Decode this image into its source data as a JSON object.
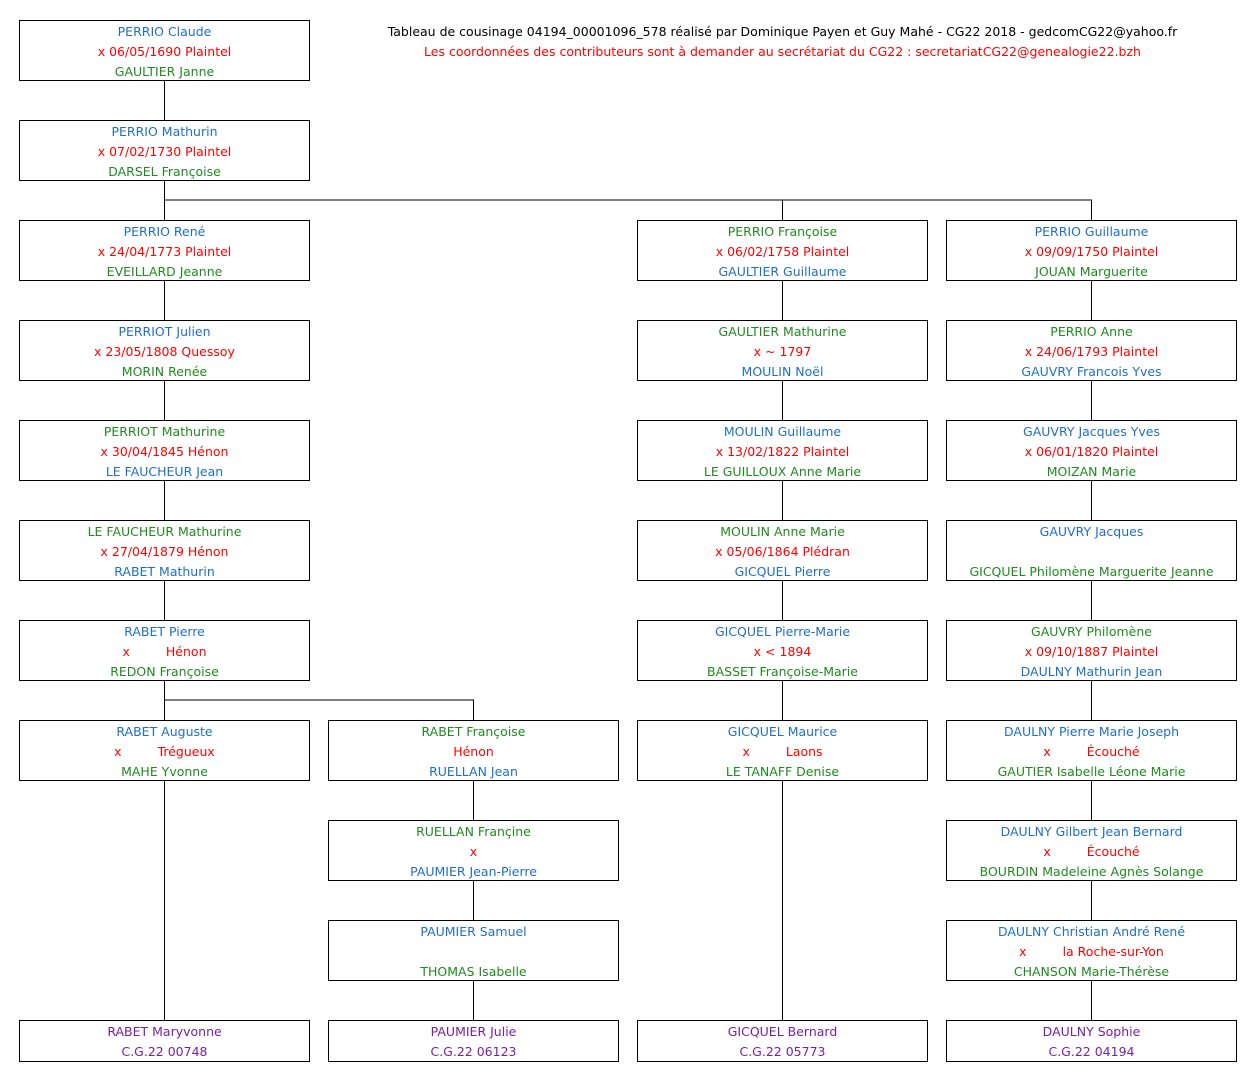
{
  "header": {
    "title": "Tableau de cousinage 04194_00001096_578 réalisé par Dominique Payen et Guy Mahé - CG22 2018 - gedcomCG22@yahoo.fr",
    "subtitle": "Les coordonnées des contributeurs sont à demander au secrétariat du CG22 :  secretariatCG22@genealogie22.bzh"
  },
  "colors": {
    "man": "#1f6fc6",
    "woman": "#1f8a1f",
    "marriage": "#ff0000",
    "cousin": "#7b1fa2"
  },
  "boxes": {
    "perrio_claude": {
      "line1": "PERRIO Claude",
      "line2": "x 06/05/1690 Plaintel",
      "line3": "GAULTIER Janne"
    },
    "perrio_mathurin": {
      "line1": "PERRIO Mathurin",
      "line2": "x 07/02/1730 Plaintel",
      "line3": "DARSEL Françoise"
    },
    "col1": [
      {
        "line1": "PERRIO René",
        "line2": "x 24/04/1773 Plaintel",
        "line3": "EVEILLARD Jeanne"
      },
      {
        "line1": "PERRIOT Julien",
        "line2": "x 23/05/1808 Quessoy",
        "line3": "MORIN Renée"
      },
      {
        "line1": "PERRIOT Mathurine",
        "line2": "x 30/04/1845 Hénon",
        "line3": "LE FAUCHEUR Jean"
      },
      {
        "line1": "LE FAUCHEUR Mathurine",
        "line2": "x 27/04/1879 Hénon",
        "line3": "RABET Mathurin"
      },
      {
        "line1": "RABET Pierre",
        "line2x": "x",
        "line2p": "Hénon",
        "line3": "REDON Françoise"
      },
      {
        "line1": "RABET Auguste",
        "line2x": "x",
        "line2p": "Trégueux",
        "line3": "MAHE Yvonne"
      }
    ],
    "col2": [
      {
        "line1": "RABET Françoise",
        "line2": "Hénon",
        "line3": "RUELLAN Jean"
      },
      {
        "line1": "RUELLAN Françine",
        "line2": "x",
        "line3": "PAUMIER Jean-Pierre"
      },
      {
        "line1": "PAUMIER Samuel",
        "line2": "",
        "line3": "THOMAS Isabelle"
      }
    ],
    "col3": [
      {
        "line1": "PERRIO Françoise",
        "line2": "x 06/02/1758 Plaintel",
        "line3": "GAULTIER Guillaume"
      },
      {
        "line1": "GAULTIER Mathurine",
        "line2": "x ~ 1797",
        "line3": "MOULIN Noël"
      },
      {
        "line1": "MOULIN Guillaume",
        "line2": "x 13/02/1822 Plaintel",
        "line3": "LE GUILLOUX Anne Marie"
      },
      {
        "line1": "MOULIN Anne Marie",
        "line2": "x 05/06/1864 Plédran",
        "line3": "GICQUEL Pierre"
      },
      {
        "line1": "GICQUEL Pierre-Marie",
        "line2": "x < 1894",
        "line3": "BASSET Françoise-Marie"
      },
      {
        "line1": "GICQUEL Maurice",
        "line2x": "x",
        "line2p": "Laons",
        "line3": "LE TANAFF Denise"
      }
    ],
    "col4": [
      {
        "line1": "PERRIO Guillaume",
        "line2": "x 09/09/1750 Plaintel",
        "line3": "JOUAN Marguerite"
      },
      {
        "line1": "PERRIO Anne",
        "line2": "x 24/06/1793 Plaintel",
        "line3": "GAUVRY Francois Yves"
      },
      {
        "line1": "GAUVRY Jacques Yves",
        "line2": "x 06/01/1820 Plaintel",
        "line3": "MOIZAN Marie"
      },
      {
        "line1": "GAUVRY Jacques",
        "line2": "",
        "line3": "GICQUEL Philomène Marguerite Jeanne"
      },
      {
        "line1": "GAUVRY Philomène",
        "line2": "x 09/10/1887 Plaintel",
        "line3": "DAULNY Mathurin Jean"
      },
      {
        "line1": "DAULNY Pierre Marie Joseph",
        "line2x": "x",
        "line2p": "Écouché",
        "line3": "GAUTIER Isabelle Léone Marie"
      },
      {
        "line1": "DAULNY Gilbert Jean Bernard",
        "line2x": "x",
        "line2p": "Écouché",
        "line3": "BOURDIN Madeleine Agnès Solange"
      },
      {
        "line1": "DAULNY Christian André René",
        "line2x": "x",
        "line2p": "la Roche-sur-Yon",
        "line3": "CHANSON Marie-Thérèse"
      }
    ],
    "finals": [
      {
        "name": "RABET Maryvonne",
        "code": "C.G.22 00748"
      },
      {
        "name": "PAUMIER Julie",
        "code": "C.G.22 06123"
      },
      {
        "name": "GICQUEL Bernard",
        "code": "C.G.22 05773"
      },
      {
        "name": "DAULNY Sophie",
        "code": "C.G.22 04194"
      }
    ]
  }
}
